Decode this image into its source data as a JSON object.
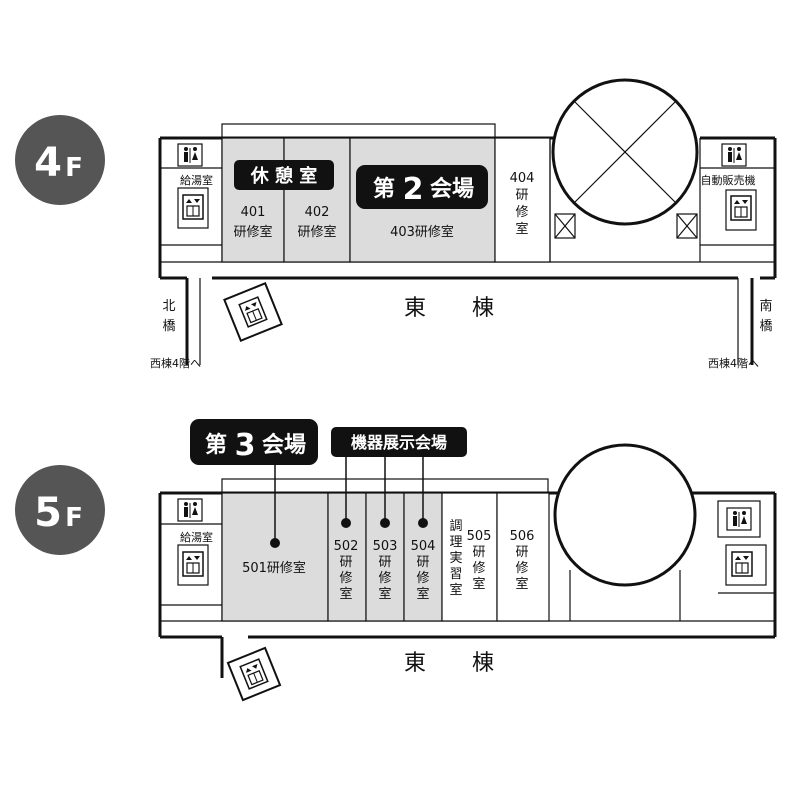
{
  "floor4": {
    "floor_num": "4",
    "floor_suffix": "F",
    "badge_rest": "休 憩 室",
    "badge_venue_prefix": "第",
    "badge_venue_num": "2",
    "badge_venue_suffix": "会場",
    "room_401_num": "401",
    "room_401_name": "研修室",
    "room_402_num": "402",
    "room_402_name": "研修室",
    "room_403": "403研修室",
    "room_404_num": "404",
    "room_404_c1": "研",
    "room_404_c2": "修",
    "room_404_c3": "室",
    "kyutoshitsu": "給湯室",
    "vending": "自動販売機",
    "building": "東　棟",
    "north_c1": "北",
    "north_c2": "橋",
    "south_c1": "南",
    "south_c2": "橋",
    "west_link_left": "西棟4階へ",
    "west_link_right": "西棟4階へ"
  },
  "floor5": {
    "floor_num": "5",
    "floor_suffix": "F",
    "badge_venue_prefix": "第",
    "badge_venue_num": "3",
    "badge_venue_suffix": "会場",
    "badge_exhibit": "機器展示会場",
    "room_501": "501研修室",
    "room_502_num": "502",
    "room_503_num": "503",
    "room_504_num": "504",
    "room_505_num": "505",
    "room_506_num": "506",
    "kensyu_c1": "研",
    "kensyu_c2": "修",
    "kensyu_c3": "室",
    "cooking_c1": "調",
    "cooking_c2": "理",
    "cooking_c3": "実",
    "cooking_c4": "習",
    "cooking_c5": "室",
    "kyutoshitsu": "給湯室",
    "building": "東　棟"
  },
  "colors": {
    "badge_dark": "#111111",
    "room_highlight": "#dcdcdc",
    "floor_circle": "#555555"
  },
  "icons": [
    "restroom-icon",
    "elevator-icon"
  ]
}
